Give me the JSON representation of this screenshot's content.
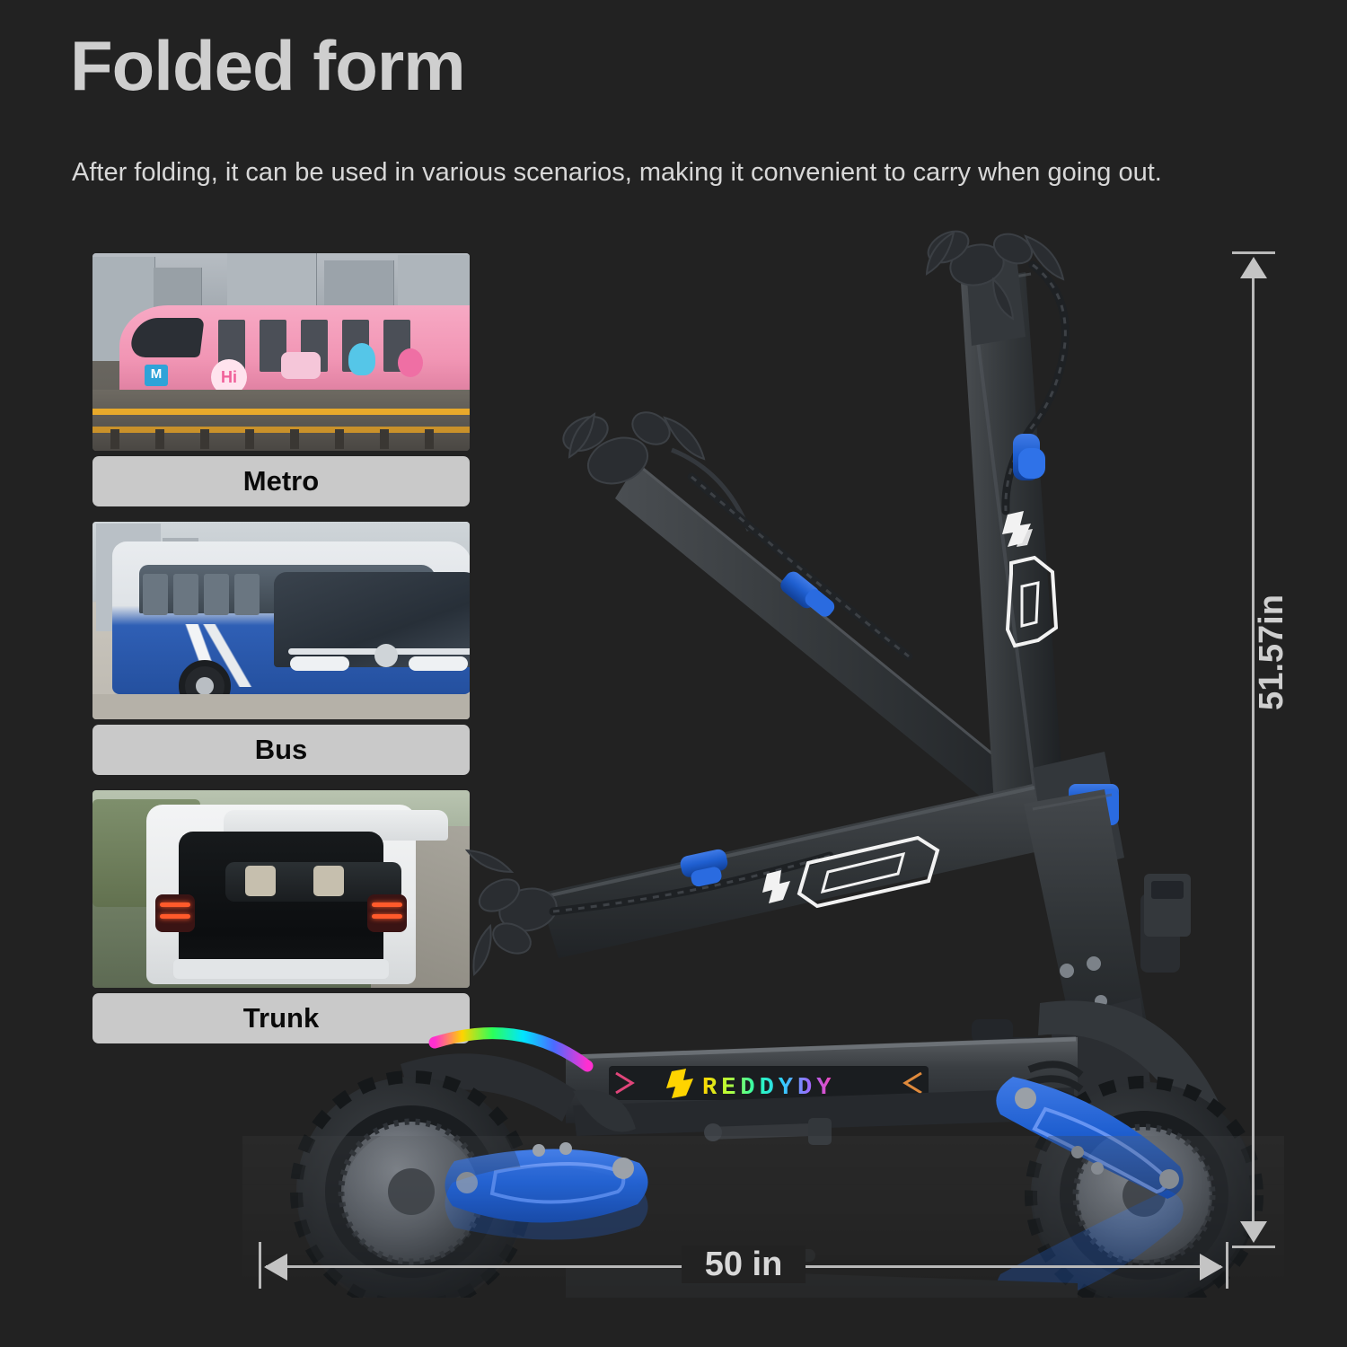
{
  "header": {
    "title": "Folded form",
    "subtitle": "After folding, it can be used in various scenarios, making it convenient to carry when going out."
  },
  "scenarios": [
    {
      "label": "Metro",
      "photo": "pink-metro-train-on-elevated-track",
      "icon": "train-icon"
    },
    {
      "label": "Bus",
      "photo": "blue-white-coach-bus",
      "icon": "bus-icon"
    },
    {
      "label": "Trunk",
      "photo": "white-suv-with-open-trunk",
      "icon": "car-trunk-icon"
    }
  ],
  "product": {
    "name": "folded electric scooter",
    "deck_brand": "REDDYDY",
    "colors": {
      "background": "#222222",
      "frame": "#2e3134",
      "accent_blue": "#1f5fd0",
      "label_bar": "#c9c9c9",
      "title_text": "#cfcfcf",
      "dimension_line": "#b9b9b9"
    }
  },
  "dimensions": {
    "height": {
      "value": "51.57in",
      "orientation": "vertical"
    },
    "length": {
      "value": "50 in",
      "orientation": "horizontal"
    }
  }
}
